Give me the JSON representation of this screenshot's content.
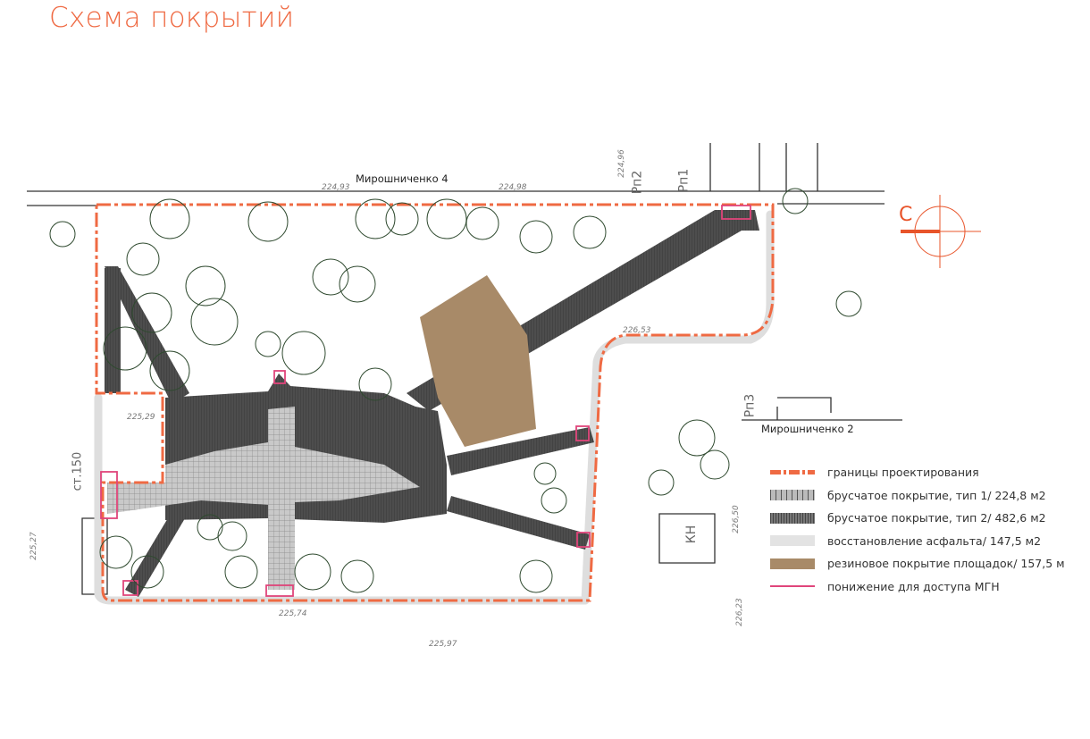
{
  "title": "Схема покрытий",
  "streets": {
    "north": "Мирошниченко 4",
    "east": "Мирошниченко 2"
  },
  "north_arrow": {
    "label": "С"
  },
  "markers": [
    "Рп1",
    "Рп2",
    "Рп3",
    "КН",
    "ст.150"
  ],
  "elevations": [
    "224,93",
    "224,98",
    "224,96",
    "225,29",
    "226,53",
    "225,74",
    "225,97",
    "226,50",
    "226,23",
    "225,27"
  ],
  "legend": [
    {
      "label": "границы проектирования",
      "color": "#ef6a43"
    },
    {
      "label": "брусчатое покрытие, тип 1/ 224,8 м2",
      "color": "#9a9a9a"
    },
    {
      "label": "брусчатое покрытие, тип 2/ 482,6 м2",
      "color": "#4a4a4a"
    },
    {
      "label": "восстановление асфальта/ 147,5 м2",
      "color": "#e3e3e3"
    },
    {
      "label": "резиновое покрытие площадок/ 157,5 м",
      "color": "#a88a68"
    },
    {
      "label": "понижение для доступа МГН",
      "color": "#e0457b"
    }
  ]
}
